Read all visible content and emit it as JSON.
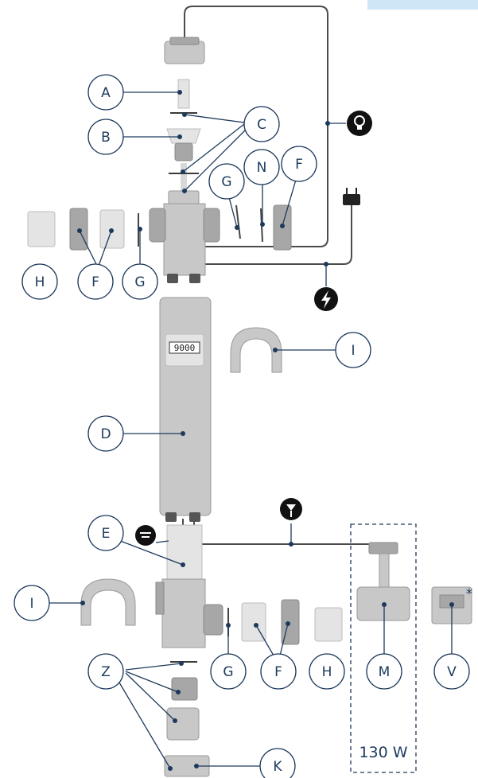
{
  "labels": {
    "A": "A",
    "B": "B",
    "C": "C",
    "D": "D",
    "E": "E",
    "F": "F",
    "G": "G",
    "H": "H",
    "I": "I",
    "K": "K",
    "M": "M",
    "N": "N",
    "V": "V",
    "Z": "Z"
  },
  "asterisk": "*",
  "power": "130 W",
  "display": "9000",
  "colors": {
    "accent": "#1d3a5c",
    "part": "#c8c8c8",
    "cable": "#4b4b4b",
    "corner": "#cfe6f6"
  },
  "icons": [
    "lamp-icon",
    "lightning-icon",
    "plug-icon",
    "ground-icon",
    "sensor-icon"
  ]
}
